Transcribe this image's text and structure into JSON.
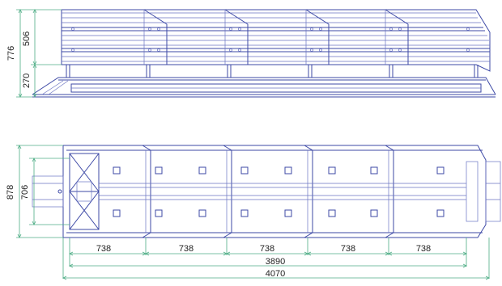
{
  "colors": {
    "line": "#3d49a6",
    "line_light": "#6a73c2",
    "dimension": "#4fae86",
    "background": "#ffffff"
  },
  "side_view": {
    "dims": {
      "total_height": "776",
      "upper_height": "506",
      "lower_height": "270"
    }
  },
  "top_view": {
    "dims": {
      "outer_width": "878",
      "inner_width": "706",
      "segments": [
        "738",
        "738",
        "738",
        "738",
        "738"
      ],
      "inner_length": "3890",
      "overall_length": "4070"
    }
  }
}
